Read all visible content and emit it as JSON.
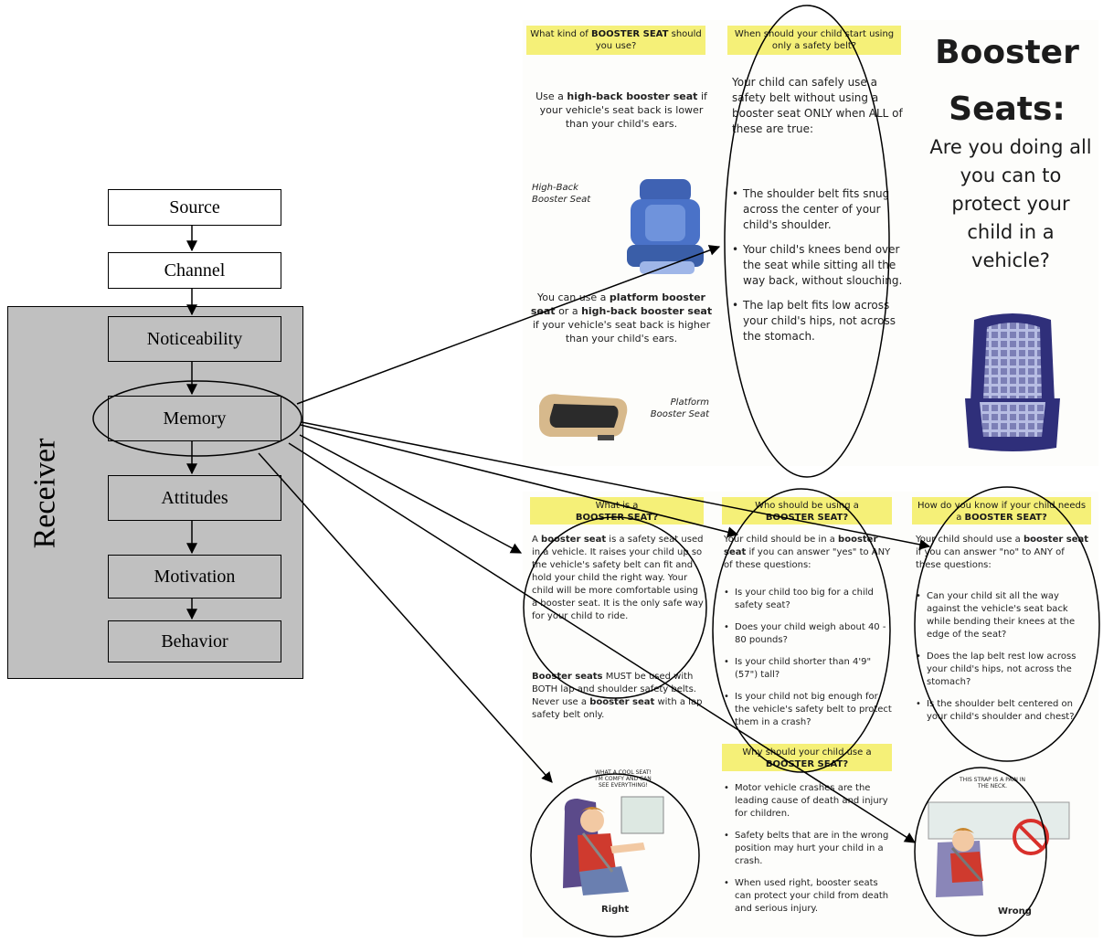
{
  "diagram": {
    "receiver_label": "Receiver",
    "nodes": {
      "source": "Source",
      "channel": "Channel",
      "noticeability": "Noticeability",
      "memory": "Memory",
      "attitudes": "Attitudes",
      "motivation": "Motivation",
      "behavior": "Behavior"
    }
  },
  "brochure_top": {
    "kind_header_pre": "What kind of ",
    "kind_header_bold": "BOOSTER SEAT",
    "kind_header_post": " should you use?",
    "highback_pre": "Use a ",
    "highback_bold": "high-back booster seat",
    "highback_post": " if your vehicle's seat back is lower than your child's ears.",
    "highback_caption": "High-Back Booster Seat",
    "platform_pre": "You can use a ",
    "platform_bold1": "platform booster seat",
    "platform_mid": " or a ",
    "platform_bold2": "high-back booster seat",
    "platform_post": " if your vehicle's seat back is higher than your child's ears.",
    "platform_caption": "Platform Booster Seat",
    "start_header": "When should your child start using only a safety belt?",
    "start_intro": "Your child can safely use a safety belt without using a booster seat ONLY when ALL of these are true:",
    "start_items": [
      "The shoulder belt fits snug across the center of your child's shoulder.",
      "Your child's knees bend over the seat while sitting all the way back, without slouching.",
      "The lap belt fits low across your child's hips, not across the stomach."
    ],
    "cover_title_1": "Booster",
    "cover_title_2": "Seats:",
    "cover_subtitle": "Are you doing all you can to protect your child in a vehicle?"
  },
  "brochure_bottom": {
    "what_header_1": "What is a",
    "what_header_2": "BOOSTER SEAT?",
    "what_p1_pre": "A ",
    "what_p1_bold": "booster seat",
    "what_p1_post": " is a safety seat used in a vehicle. It raises your child up so the vehicle's safety belt can fit and hold your child the right way. Your child will be more comfortable using a booster seat. It is the only safe way for your child to ride.",
    "what_p2_bold1": "Booster seats",
    "what_p2_mid": " MUST be used with BOTH lap and shoulder safety belts. Never use a ",
    "what_p2_bold2": "booster seat",
    "what_p2_post": " with a lap safety belt only.",
    "right_bubble": "WHAT A COOL SEAT! I'M COMFY AND CAN SEE EVERYTHING!",
    "right_caption": "Right",
    "who_header_1": "Who should be using a",
    "who_header_2": "BOOSTER SEAT?",
    "who_intro_pre": "Your child should be in a ",
    "who_intro_bold": "booster seat",
    "who_intro_post": " if you can answer \"yes\" to ANY of these questions:",
    "who_items": [
      "Is your child too big for a child safety seat?",
      "Does your child weigh about 40 - 80 pounds?",
      "Is your child shorter than 4'9\" (57\") tall?",
      "Is your child not big enough for the vehicle's safety belt to protect them in a crash?"
    ],
    "why_header_1": "Why should your child use a",
    "why_header_2": "BOOSTER SEAT?",
    "why_items": [
      "Motor vehicle crashes are the leading cause of death and injury for children.",
      "Safety belts that are in the wrong position may hurt your child in a crash.",
      "When used right, booster seats can protect your child from death and serious injury."
    ],
    "how_header_pre": "How do you know if your child needs a ",
    "how_header_bold": "BOOSTER SEAT?",
    "how_intro_pre": "Your child should use a ",
    "how_intro_bold": "booster seat",
    "how_intro_post": " if you can answer \"no\" to ANY of these questions:",
    "how_items": [
      "Can your child sit all the way against the vehicle's seat back while bending their knees at the edge of the seat?",
      "Does the lap belt rest low across your child's hips, not across the stomach?",
      "Is the shoulder belt centered on your child's shoulder and chest?"
    ],
    "wrong_bubble": "THIS STRAP IS A PAIN IN THE NECK.",
    "wrong_caption": "Wrong"
  }
}
